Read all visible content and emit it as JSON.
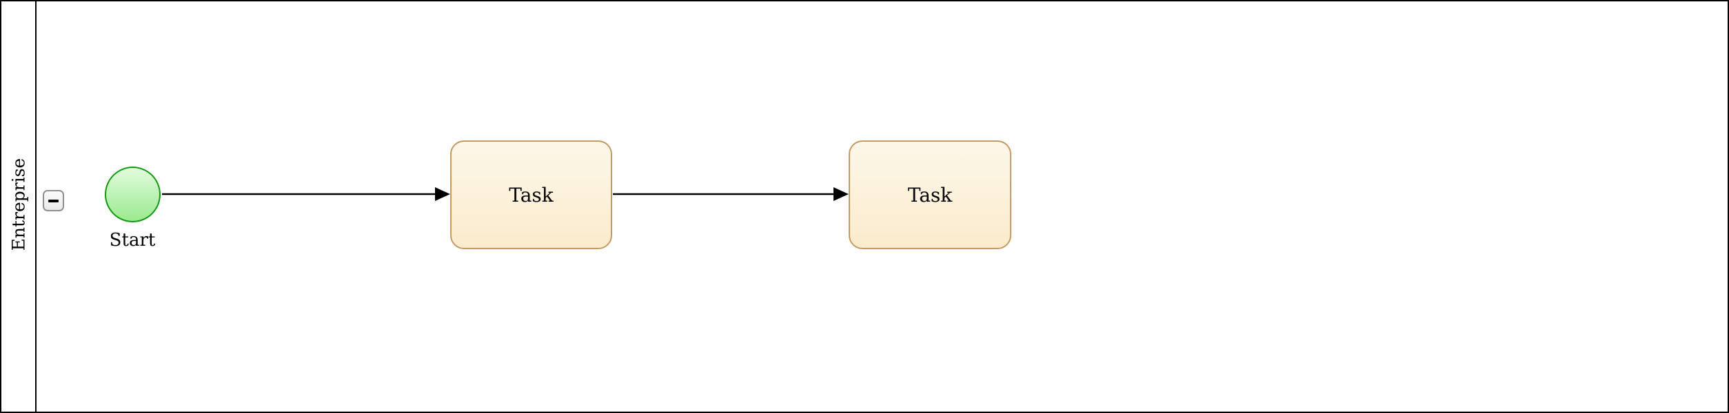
{
  "diagram": {
    "type": "bpmn-process",
    "pool": {
      "lane_label": "Entreprise",
      "collapse_button": {
        "icon": "minus",
        "state": "expanded"
      }
    },
    "nodes": [
      {
        "id": "start-event",
        "shape": "circle",
        "label": "Start"
      },
      {
        "id": "task-1",
        "shape": "rounded-rectangle",
        "label": "Task"
      },
      {
        "id": "task-2",
        "shape": "rounded-rectangle",
        "label": "Task"
      }
    ],
    "edges": [
      {
        "from": "start-event",
        "to": "task-1",
        "type": "sequence-flow"
      },
      {
        "from": "task-1",
        "to": "task-2",
        "type": "sequence-flow"
      }
    ],
    "colors": {
      "background": "#ffffff",
      "pool_border": "#000000",
      "start_event_stroke": "#0f9a0f",
      "start_event_fill_top": "#e2fbde",
      "start_event_fill_bottom": "#9aea8f",
      "task_stroke": "#c49a62",
      "task_fill_top": "#fdf7e9",
      "task_fill_bottom": "#fbebcd",
      "edge_color": "#000000",
      "collapse_button_border": "#8f8f8f"
    }
  }
}
